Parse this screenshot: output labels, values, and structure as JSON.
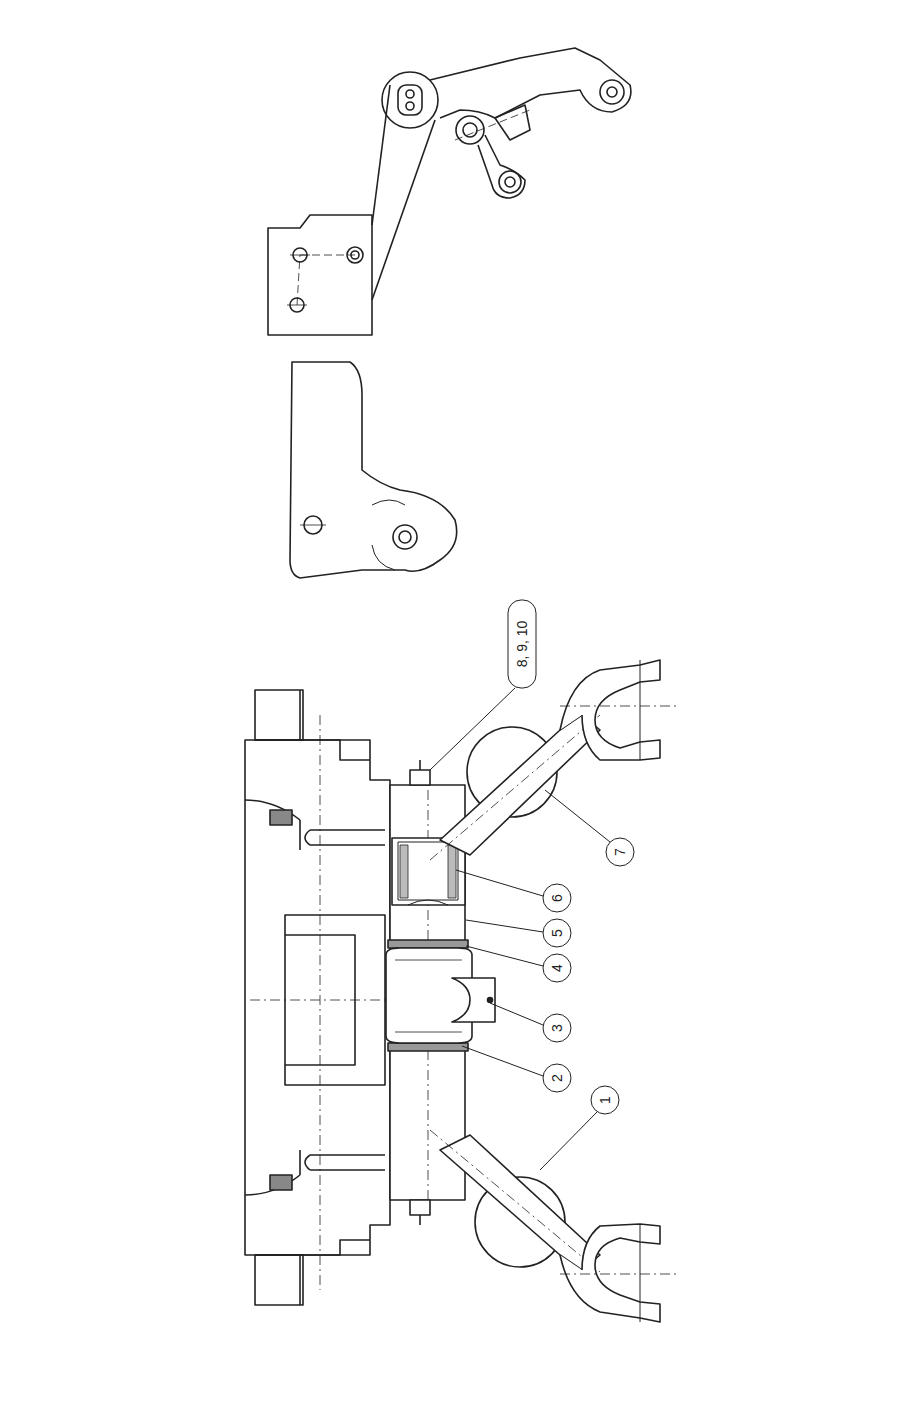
{
  "diagram": {
    "labels": [
      "1",
      "2",
      "3",
      "4",
      "5",
      "6",
      "7",
      "8, 9, 10"
    ]
  }
}
